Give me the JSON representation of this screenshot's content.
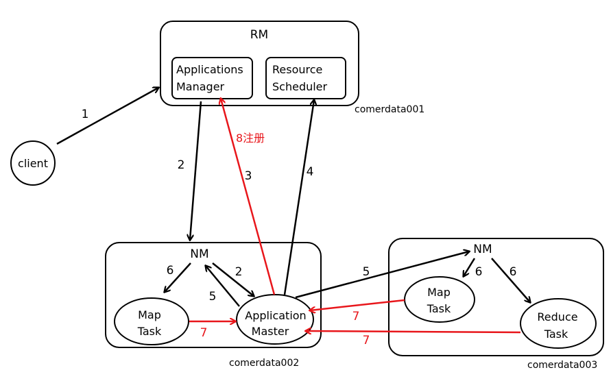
{
  "rm": {
    "title": "RM",
    "applications_manager": [
      "Applications",
      "Manager"
    ],
    "resource_scheduler": [
      "Resource",
      "Scheduler"
    ],
    "host": "comerdata001"
  },
  "client": {
    "label": "client"
  },
  "node2": {
    "nm": "NM",
    "map_task": [
      "Map",
      "Task"
    ],
    "app_master": [
      "Application",
      "Master"
    ],
    "host": "comerdata002"
  },
  "node3": {
    "nm": "NM",
    "map_task": [
      "Map",
      "Task"
    ],
    "reduce_task": [
      "Reduce",
      "Task"
    ],
    "host": "comerdata003"
  },
  "steps": {
    "s1": "1",
    "s2_rm_to_nm": "2",
    "s3": "3",
    "s4": "4",
    "s8": "8注册",
    "s6_left": "6",
    "s2_nm_to_am": "2",
    "s5_am_to_nm": "5",
    "s7_map_to_am": "7",
    "s5_am_to_nm3": "5",
    "s6_nm3_map": "6",
    "s6_nm3_reduce": "6",
    "s7_map3_to_am": "7",
    "s7_reduce_to_am": "7"
  },
  "colors": {
    "black": "#000000",
    "red": "#e8161b"
  }
}
